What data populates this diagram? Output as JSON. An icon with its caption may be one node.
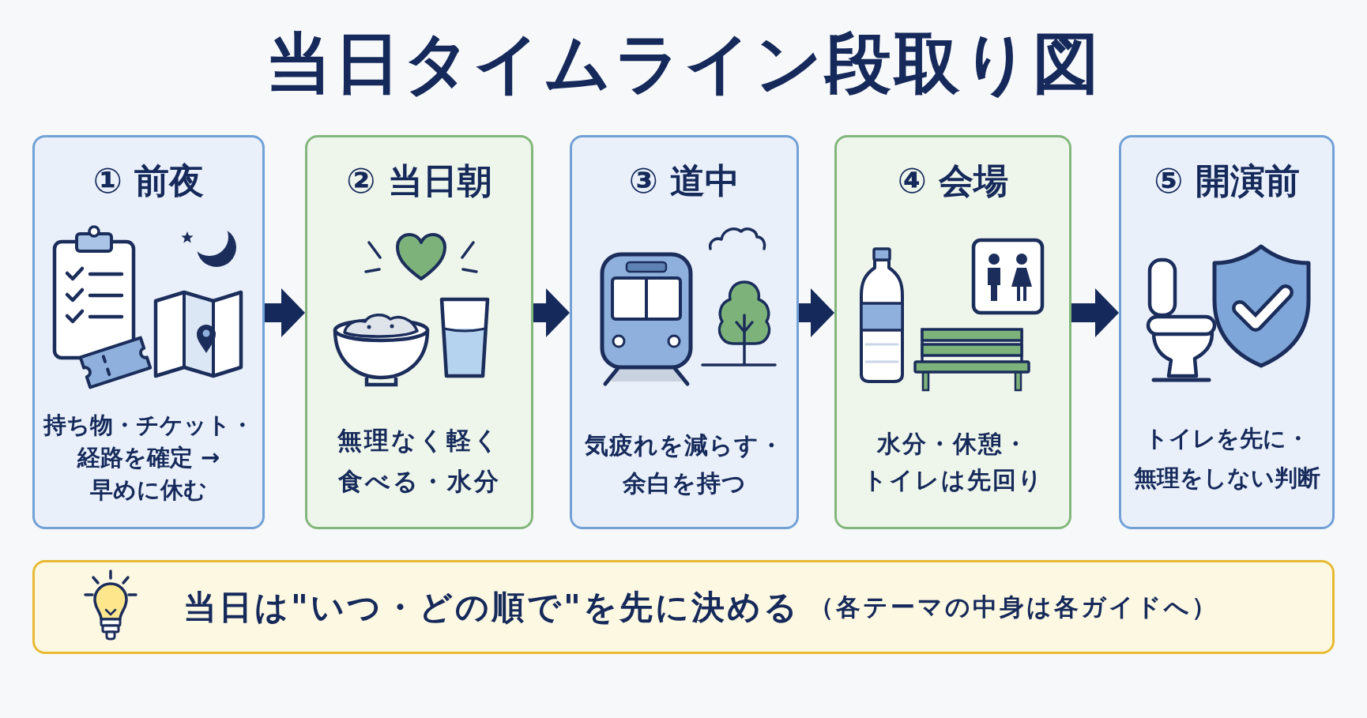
{
  "diagram": {
    "title": "当日タイムライン段取り図",
    "nodes": [
      {
        "text": [
          "① 前夜",
          "持ち物・チケット・経路を確定 → 早めに休む"
        ]
      },
      {
        "text": [
          "② 当日朝",
          "無理なく軽く食べる・水分"
        ]
      },
      {
        "text": [
          "③ 道中",
          "気疲れを減らす・余白を持つ"
        ]
      },
      {
        "text": [
          "④ 会場",
          "水分・休憩・トイレは先回り"
        ]
      },
      {
        "text": [
          "⑤ 開演前",
          "トイレを先に・無理をしない判断"
        ]
      },
      {
        "text": [
          "当日は\"いつ・どの順で\"を先に決める",
          "（各テーマの中身は各ガイドへ）"
        ]
      }
    ],
    "edges": [
      {
        "from": 0,
        "to": 1,
        "arrow": "to"
      },
      {
        "from": 1,
        "to": 2,
        "arrow": "to"
      },
      {
        "from": 2,
        "to": 3,
        "arrow": "to"
      },
      {
        "from": 3,
        "to": 4,
        "arrow": "to"
      }
    ]
  }
}
